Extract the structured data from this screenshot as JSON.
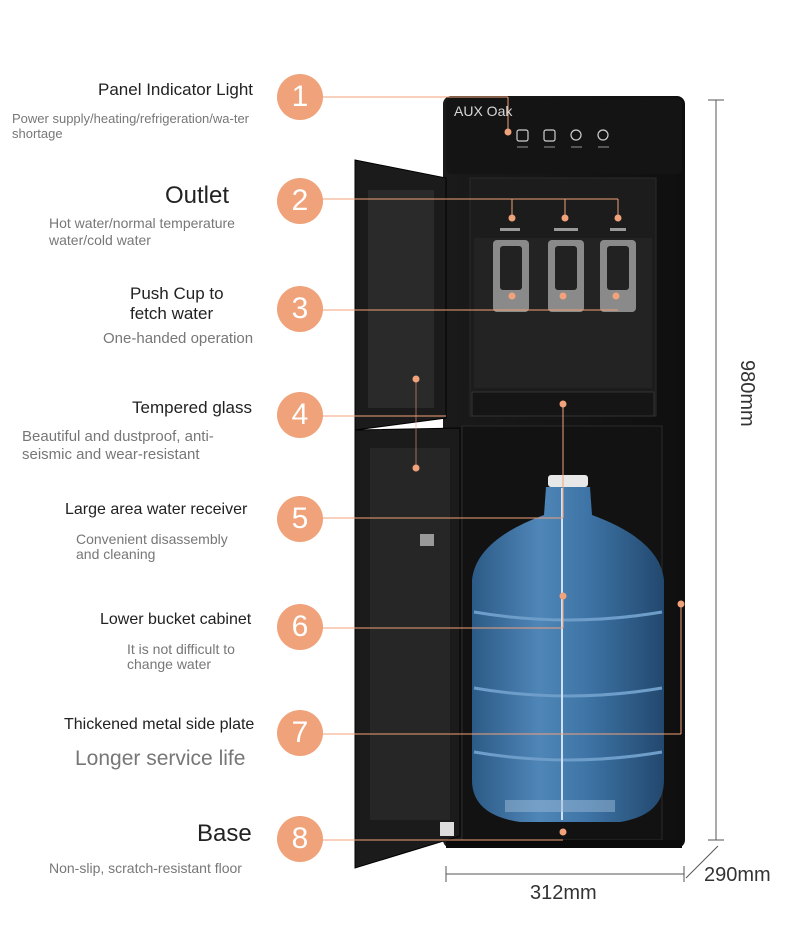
{
  "brand_label": "AUX Oak",
  "accent_color": "#f0a27a",
  "features": [
    {
      "number": "1",
      "title": "Panel Indicator Light",
      "description": "Power supply/heating/refrigeration/wa-ter shortage"
    },
    {
      "number": "2",
      "title": "Outlet",
      "description": "Hot water/normal temperature water/cold water"
    },
    {
      "number": "3",
      "title": "Push Cup to fetch water",
      "description": "One-handed operation"
    },
    {
      "number": "4",
      "title": "Tempered glass",
      "description": "Beautiful and dustproof, anti-seismic and wear-resistant"
    },
    {
      "number": "5",
      "title": "Large area water receiver",
      "description": "Convenient disassembly and cleaning"
    },
    {
      "number": "6",
      "title": "Lower bucket cabinet",
      "description": "It is not difficult to change water"
    },
    {
      "number": "7",
      "title": "Thickened metal side plate",
      "description": "Longer service life"
    },
    {
      "number": "8",
      "title": "Base",
      "description": "Non-slip, scratch-resistant floor"
    }
  ],
  "dimensions": {
    "height": "980mm",
    "width": "312mm",
    "depth": "290mm"
  }
}
